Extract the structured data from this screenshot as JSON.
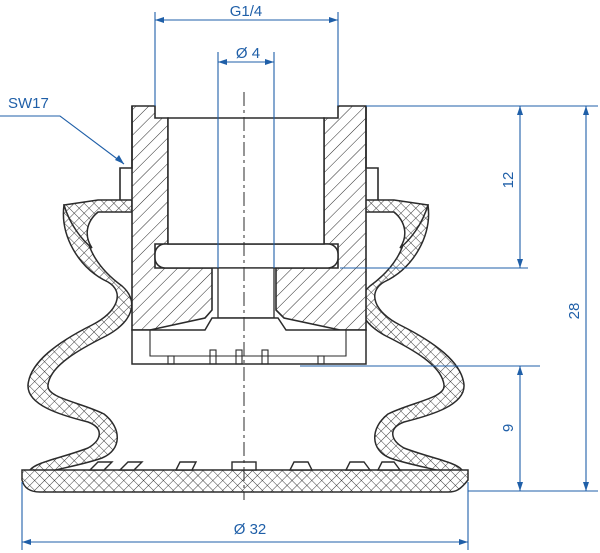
{
  "labels": {
    "thread": "G1/4",
    "bore": "Ø 4",
    "wrench": "SW17",
    "height_upper": "12",
    "height_total": "28",
    "height_bellows": "9",
    "diameter": "Ø 32"
  },
  "colors": {
    "dimension": "#1f5fa8",
    "outline": "#2b2b2b",
    "background": "#ffffff"
  }
}
